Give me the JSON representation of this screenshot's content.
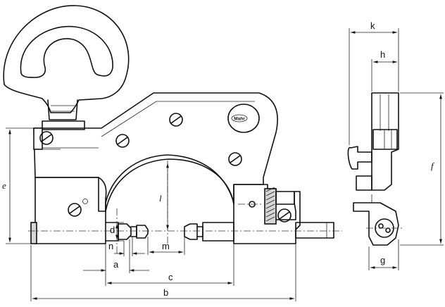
{
  "logo_text": "Mahr",
  "dimensions": {
    "a": "a",
    "b": "b",
    "c": "c",
    "d": "d",
    "e": "e",
    "f": "f",
    "g": "g",
    "h": "h",
    "k": "k",
    "l": "l",
    "m": "m",
    "n": "n"
  }
}
